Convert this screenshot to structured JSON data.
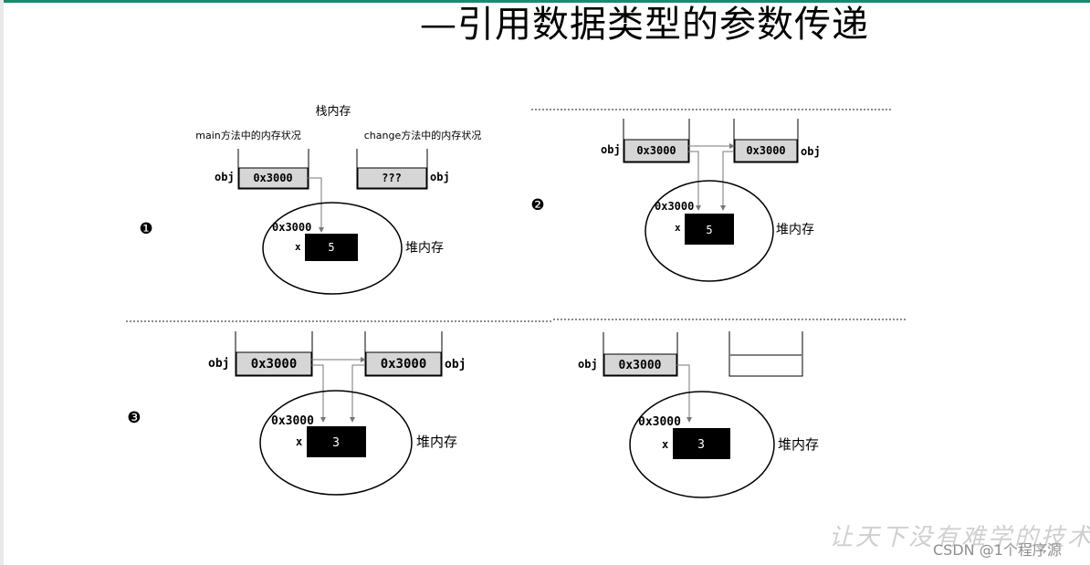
{
  "title": "—引用数据类型的参数传递",
  "labels": {
    "stack": "栈内存",
    "main_memory": "main方法中的内存状况",
    "change_memory": "change方法中的内存状况",
    "heap": "堆内存",
    "obj": "obj",
    "addr": "0x3000",
    "unknown": "???",
    "field_x": "x"
  },
  "steps": {
    "one": "❶",
    "two": "❷",
    "three": "❸"
  },
  "values": {
    "step1_x": "5",
    "step2_x": "5",
    "step3_x": "3",
    "step4_x": "3"
  },
  "watermark": {
    "faded": "让天下没有难学的技术",
    "credit": "CSDN @1个程序源"
  },
  "colors": {
    "accent_line": "#1a8a6e",
    "cell_fill": "#d6d6d6",
    "value_box": "#000000",
    "arrow": "#777777"
  }
}
